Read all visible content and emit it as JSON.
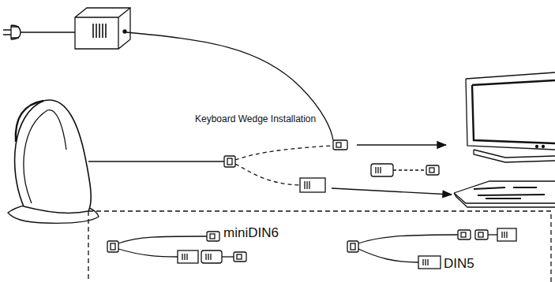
{
  "diagram": {
    "labels": [
      "Keyboard Wedge Installation",
      "miniDIN6",
      "DIN5"
    ]
  }
}
